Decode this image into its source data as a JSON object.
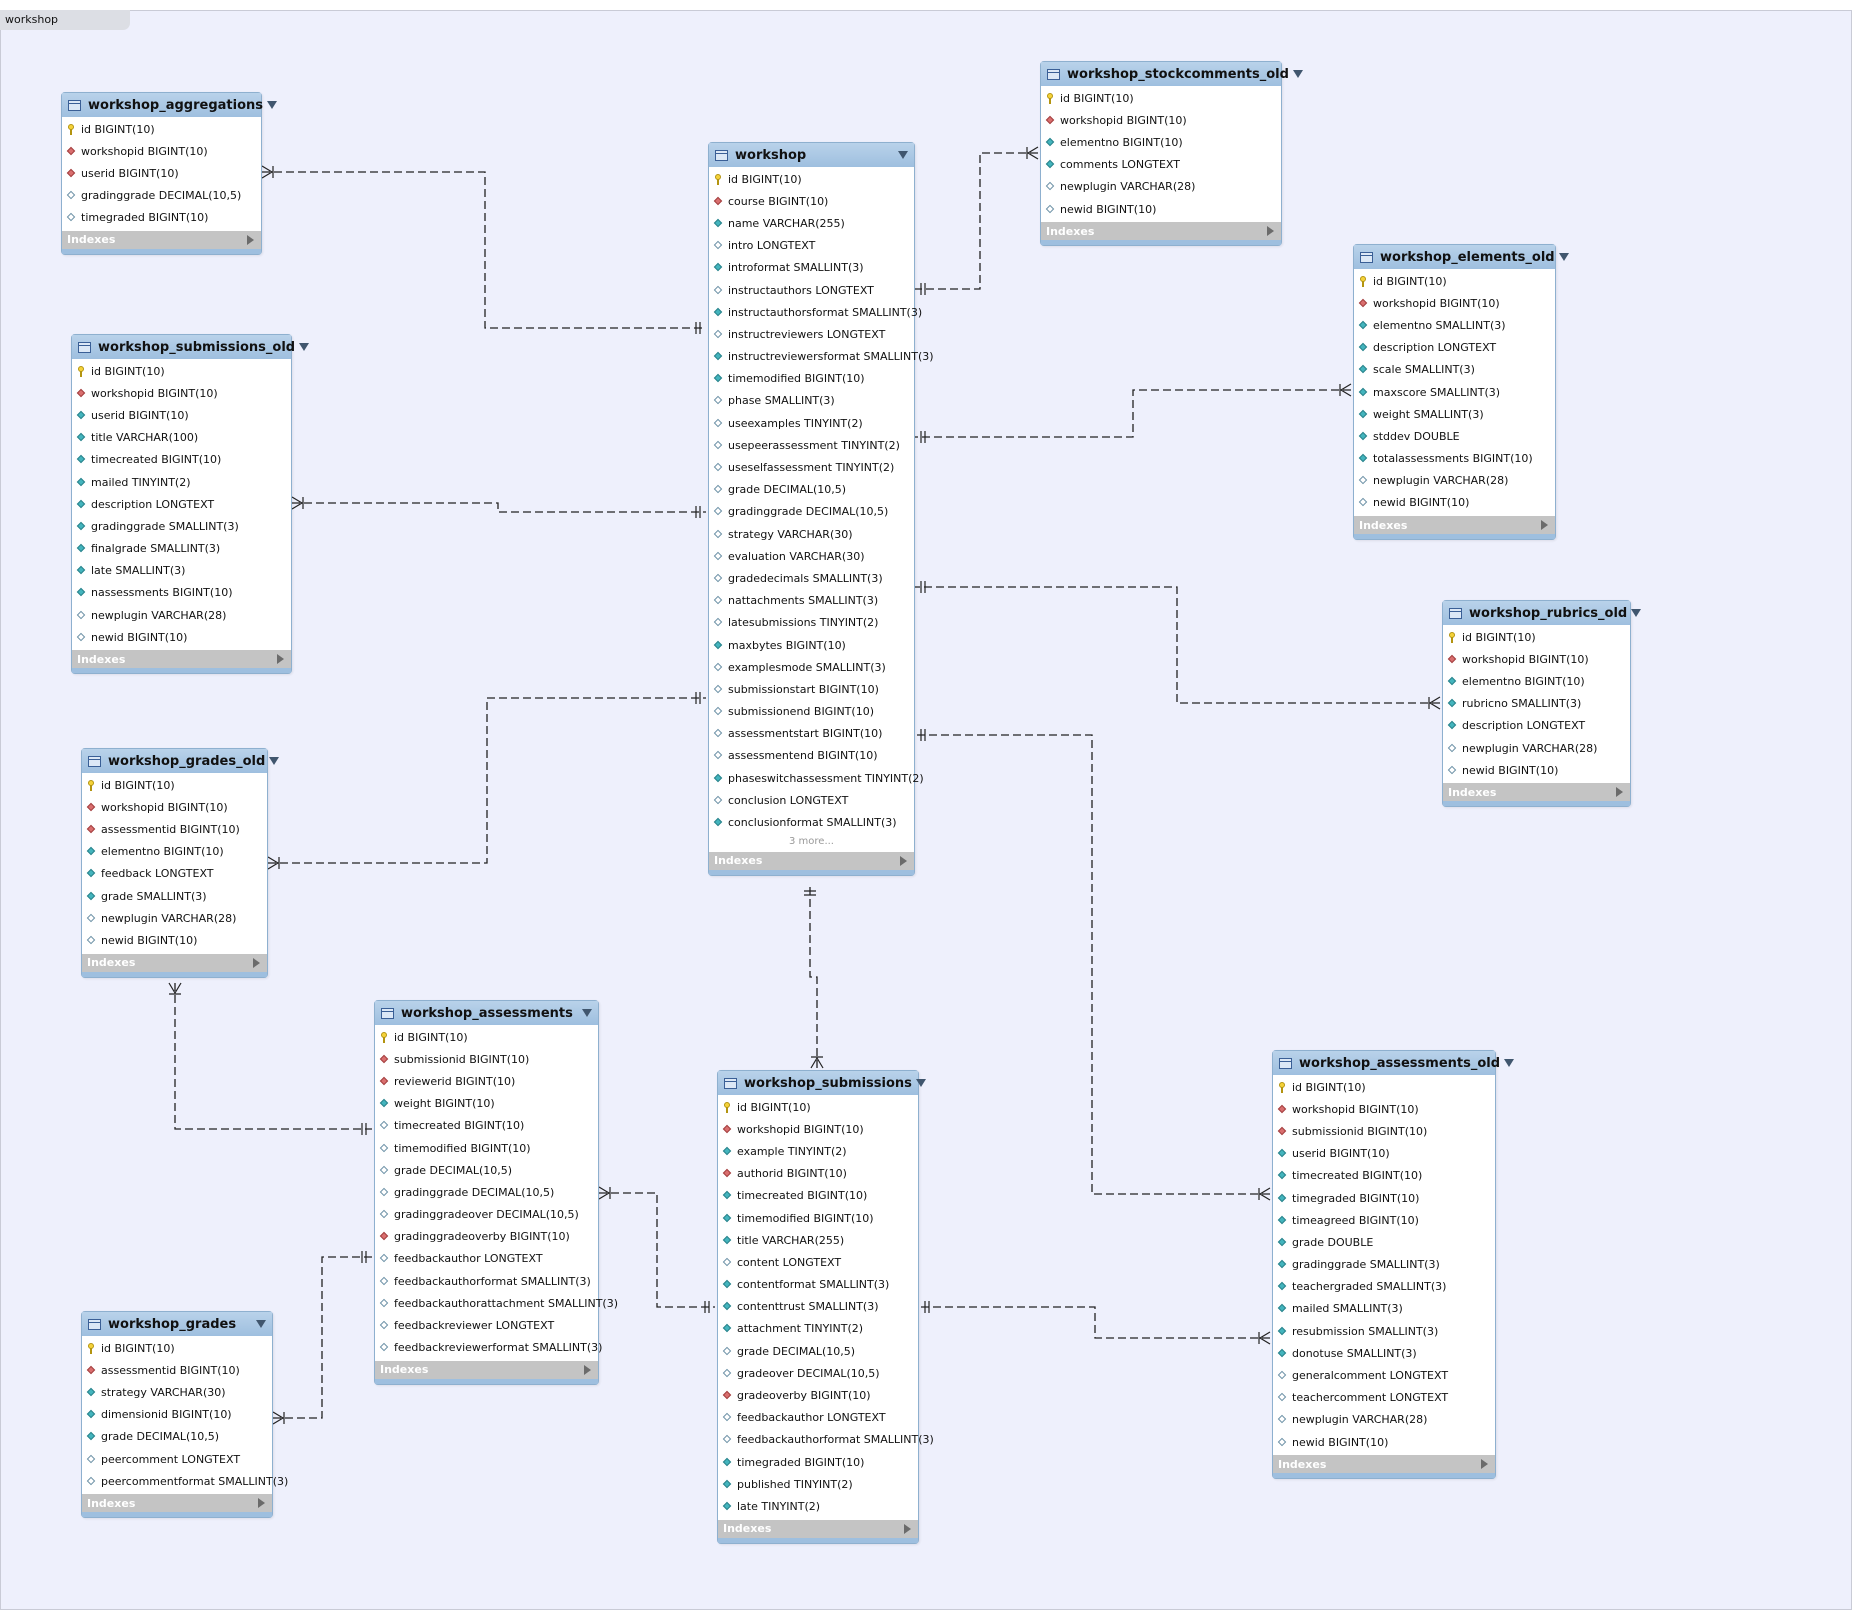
{
  "diagram_tab": "workshop",
  "tables": {
    "workshop": {
      "name": "workshop",
      "more": "3 more...",
      "indexes": "Indexes",
      "columns": [
        {
          "kind": "pk",
          "text": "id BIGINT(10)"
        },
        {
          "kind": "fk",
          "text": "course BIGINT(10)"
        },
        {
          "kind": "nn",
          "text": "name VARCHAR(255)"
        },
        {
          "kind": "nl",
          "text": "intro LONGTEXT"
        },
        {
          "kind": "nn",
          "text": "introformat SMALLINT(3)"
        },
        {
          "kind": "nl",
          "text": "instructauthors LONGTEXT"
        },
        {
          "kind": "nn",
          "text": "instructauthorsformat SMALLINT(3)"
        },
        {
          "kind": "nl",
          "text": "instructreviewers LONGTEXT"
        },
        {
          "kind": "nn",
          "text": "instructreviewersformat SMALLINT(3)"
        },
        {
          "kind": "nn",
          "text": "timemodified BIGINT(10)"
        },
        {
          "kind": "nl",
          "text": "phase SMALLINT(3)"
        },
        {
          "kind": "nl",
          "text": "useexamples TINYINT(2)"
        },
        {
          "kind": "nl",
          "text": "usepeerassessment TINYINT(2)"
        },
        {
          "kind": "nl",
          "text": "useselfassessment TINYINT(2)"
        },
        {
          "kind": "nl",
          "text": "grade DECIMAL(10,5)"
        },
        {
          "kind": "nl",
          "text": "gradinggrade DECIMAL(10,5)"
        },
        {
          "kind": "nl",
          "text": "strategy VARCHAR(30)"
        },
        {
          "kind": "nl",
          "text": "evaluation VARCHAR(30)"
        },
        {
          "kind": "nl",
          "text": "gradedecimals SMALLINT(3)"
        },
        {
          "kind": "nl",
          "text": "nattachments SMALLINT(3)"
        },
        {
          "kind": "nl",
          "text": "latesubmissions TINYINT(2)"
        },
        {
          "kind": "nn",
          "text": "maxbytes BIGINT(10)"
        },
        {
          "kind": "nl",
          "text": "examplesmode SMALLINT(3)"
        },
        {
          "kind": "nl",
          "text": "submissionstart BIGINT(10)"
        },
        {
          "kind": "nl",
          "text": "submissionend BIGINT(10)"
        },
        {
          "kind": "nl",
          "text": "assessmentstart BIGINT(10)"
        },
        {
          "kind": "nl",
          "text": "assessmentend BIGINT(10)"
        },
        {
          "kind": "nn",
          "text": "phaseswitchassessment TINYINT(2)"
        },
        {
          "kind": "nl",
          "text": "conclusion LONGTEXT"
        },
        {
          "kind": "nn",
          "text": "conclusionformat SMALLINT(3)"
        }
      ]
    },
    "workshop_aggregations": {
      "name": "workshop_aggregations",
      "indexes": "Indexes",
      "columns": [
        {
          "kind": "pk",
          "text": "id BIGINT(10)"
        },
        {
          "kind": "fk",
          "text": "workshopid BIGINT(10)"
        },
        {
          "kind": "fk",
          "text": "userid BIGINT(10)"
        },
        {
          "kind": "nl",
          "text": "gradinggrade DECIMAL(10,5)"
        },
        {
          "kind": "nl",
          "text": "timegraded BIGINT(10)"
        }
      ]
    },
    "workshop_stockcomments_old": {
      "name": "workshop_stockcomments_old",
      "indexes": "Indexes",
      "columns": [
        {
          "kind": "pk",
          "text": "id BIGINT(10)"
        },
        {
          "kind": "fk",
          "text": "workshopid BIGINT(10)"
        },
        {
          "kind": "nn",
          "text": "elementno BIGINT(10)"
        },
        {
          "kind": "nn",
          "text": "comments LONGTEXT"
        },
        {
          "kind": "nl",
          "text": "newplugin VARCHAR(28)"
        },
        {
          "kind": "nl",
          "text": "newid BIGINT(10)"
        }
      ]
    },
    "workshop_elements_old": {
      "name": "workshop_elements_old",
      "indexes": "Indexes",
      "columns": [
        {
          "kind": "pk",
          "text": "id BIGINT(10)"
        },
        {
          "kind": "fk",
          "text": "workshopid BIGINT(10)"
        },
        {
          "kind": "nn",
          "text": "elementno SMALLINT(3)"
        },
        {
          "kind": "nn",
          "text": "description LONGTEXT"
        },
        {
          "kind": "nn",
          "text": "scale SMALLINT(3)"
        },
        {
          "kind": "nn",
          "text": "maxscore SMALLINT(3)"
        },
        {
          "kind": "nn",
          "text": "weight SMALLINT(3)"
        },
        {
          "kind": "nn",
          "text": "stddev DOUBLE"
        },
        {
          "kind": "nn",
          "text": "totalassessments BIGINT(10)"
        },
        {
          "kind": "nl",
          "text": "newplugin VARCHAR(28)"
        },
        {
          "kind": "nl",
          "text": "newid BIGINT(10)"
        }
      ]
    },
    "workshop_submissions_old": {
      "name": "workshop_submissions_old",
      "indexes": "Indexes",
      "columns": [
        {
          "kind": "pk",
          "text": "id BIGINT(10)"
        },
        {
          "kind": "fk",
          "text": "workshopid BIGINT(10)"
        },
        {
          "kind": "nn",
          "text": "userid BIGINT(10)"
        },
        {
          "kind": "nn",
          "text": "title VARCHAR(100)"
        },
        {
          "kind": "nn",
          "text": "timecreated BIGINT(10)"
        },
        {
          "kind": "nn",
          "text": "mailed TINYINT(2)"
        },
        {
          "kind": "nn",
          "text": "description LONGTEXT"
        },
        {
          "kind": "nn",
          "text": "gradinggrade SMALLINT(3)"
        },
        {
          "kind": "nn",
          "text": "finalgrade SMALLINT(3)"
        },
        {
          "kind": "nn",
          "text": "late SMALLINT(3)"
        },
        {
          "kind": "nn",
          "text": "nassessments BIGINT(10)"
        },
        {
          "kind": "nl",
          "text": "newplugin VARCHAR(28)"
        },
        {
          "kind": "nl",
          "text": "newid BIGINT(10)"
        }
      ]
    },
    "workshop_rubrics_old": {
      "name": "workshop_rubrics_old",
      "indexes": "Indexes",
      "columns": [
        {
          "kind": "pk",
          "text": "id BIGINT(10)"
        },
        {
          "kind": "fk",
          "text": "workshopid BIGINT(10)"
        },
        {
          "kind": "nn",
          "text": "elementno BIGINT(10)"
        },
        {
          "kind": "nn",
          "text": "rubricno SMALLINT(3)"
        },
        {
          "kind": "nn",
          "text": "description LONGTEXT"
        },
        {
          "kind": "nl",
          "text": "newplugin VARCHAR(28)"
        },
        {
          "kind": "nl",
          "text": "newid BIGINT(10)"
        }
      ]
    },
    "workshop_grades_old": {
      "name": "workshop_grades_old",
      "indexes": "Indexes",
      "columns": [
        {
          "kind": "pk",
          "text": "id BIGINT(10)"
        },
        {
          "kind": "fk",
          "text": "workshopid BIGINT(10)"
        },
        {
          "kind": "fk",
          "text": "assessmentid BIGINT(10)"
        },
        {
          "kind": "nn",
          "text": "elementno BIGINT(10)"
        },
        {
          "kind": "nn",
          "text": "feedback LONGTEXT"
        },
        {
          "kind": "nn",
          "text": "grade SMALLINT(3)"
        },
        {
          "kind": "nl",
          "text": "newplugin VARCHAR(28)"
        },
        {
          "kind": "nl",
          "text": "newid BIGINT(10)"
        }
      ]
    },
    "workshop_assessments": {
      "name": "workshop_assessments",
      "indexes": "Indexes",
      "columns": [
        {
          "kind": "pk",
          "text": "id BIGINT(10)"
        },
        {
          "kind": "fk",
          "text": "submissionid BIGINT(10)"
        },
        {
          "kind": "fk",
          "text": "reviewerid BIGINT(10)"
        },
        {
          "kind": "nn",
          "text": "weight BIGINT(10)"
        },
        {
          "kind": "nl",
          "text": "timecreated BIGINT(10)"
        },
        {
          "kind": "nl",
          "text": "timemodified BIGINT(10)"
        },
        {
          "kind": "nl",
          "text": "grade DECIMAL(10,5)"
        },
        {
          "kind": "nl",
          "text": "gradinggrade DECIMAL(10,5)"
        },
        {
          "kind": "nl",
          "text": "gradinggradeover DECIMAL(10,5)"
        },
        {
          "kind": "fk",
          "text": "gradinggradeoverby BIGINT(10)"
        },
        {
          "kind": "nl",
          "text": "feedbackauthor LONGTEXT"
        },
        {
          "kind": "nl",
          "text": "feedbackauthorformat SMALLINT(3)"
        },
        {
          "kind": "nl",
          "text": "feedbackauthorattachment SMALLINT(3)"
        },
        {
          "kind": "nl",
          "text": "feedbackreviewer LONGTEXT"
        },
        {
          "kind": "nl",
          "text": "feedbackreviewerformat SMALLINT(3)"
        }
      ]
    },
    "workshop_submissions": {
      "name": "workshop_submissions",
      "indexes": "Indexes",
      "columns": [
        {
          "kind": "pk",
          "text": "id BIGINT(10)"
        },
        {
          "kind": "fk",
          "text": "workshopid BIGINT(10)"
        },
        {
          "kind": "nn",
          "text": "example TINYINT(2)"
        },
        {
          "kind": "fk",
          "text": "authorid BIGINT(10)"
        },
        {
          "kind": "nn",
          "text": "timecreated BIGINT(10)"
        },
        {
          "kind": "nn",
          "text": "timemodified BIGINT(10)"
        },
        {
          "kind": "nn",
          "text": "title VARCHAR(255)"
        },
        {
          "kind": "nl",
          "text": "content LONGTEXT"
        },
        {
          "kind": "nn",
          "text": "contentformat SMALLINT(3)"
        },
        {
          "kind": "nn",
          "text": "contenttrust SMALLINT(3)"
        },
        {
          "kind": "nn",
          "text": "attachment TINYINT(2)"
        },
        {
          "kind": "nl",
          "text": "grade DECIMAL(10,5)"
        },
        {
          "kind": "nl",
          "text": "gradeover DECIMAL(10,5)"
        },
        {
          "kind": "fk",
          "text": "gradeoverby BIGINT(10)"
        },
        {
          "kind": "nl",
          "text": "feedbackauthor LONGTEXT"
        },
        {
          "kind": "nl",
          "text": "feedbackauthorformat SMALLINT(3)"
        },
        {
          "kind": "nn",
          "text": "timegraded BIGINT(10)"
        },
        {
          "kind": "nn",
          "text": "published TINYINT(2)"
        },
        {
          "kind": "nn",
          "text": "late TINYINT(2)"
        }
      ]
    },
    "workshop_grades": {
      "name": "workshop_grades",
      "indexes": "Indexes",
      "columns": [
        {
          "kind": "pk",
          "text": "id BIGINT(10)"
        },
        {
          "kind": "fk",
          "text": "assessmentid BIGINT(10)"
        },
        {
          "kind": "nn",
          "text": "strategy VARCHAR(30)"
        },
        {
          "kind": "nn",
          "text": "dimensionid BIGINT(10)"
        },
        {
          "kind": "nn",
          "text": "grade DECIMAL(10,5)"
        },
        {
          "kind": "nl",
          "text": "peercomment LONGTEXT"
        },
        {
          "kind": "nl",
          "text": "peercommentformat SMALLINT(3)"
        }
      ]
    },
    "workshop_assessments_old": {
      "name": "workshop_assessments_old",
      "indexes": "Indexes",
      "columns": [
        {
          "kind": "pk",
          "text": "id BIGINT(10)"
        },
        {
          "kind": "fk",
          "text": "workshopid BIGINT(10)"
        },
        {
          "kind": "fk",
          "text": "submissionid BIGINT(10)"
        },
        {
          "kind": "nn",
          "text": "userid BIGINT(10)"
        },
        {
          "kind": "nn",
          "text": "timecreated BIGINT(10)"
        },
        {
          "kind": "nn",
          "text": "timegraded BIGINT(10)"
        },
        {
          "kind": "nn",
          "text": "timeagreed BIGINT(10)"
        },
        {
          "kind": "nn",
          "text": "grade DOUBLE"
        },
        {
          "kind": "nn",
          "text": "gradinggrade SMALLINT(3)"
        },
        {
          "kind": "nn",
          "text": "teachergraded SMALLINT(3)"
        },
        {
          "kind": "nn",
          "text": "mailed SMALLINT(3)"
        },
        {
          "kind": "nn",
          "text": "resubmission SMALLINT(3)"
        },
        {
          "kind": "nn",
          "text": "donotuse SMALLINT(3)"
        },
        {
          "kind": "nl",
          "text": "generalcomment LONGTEXT"
        },
        {
          "kind": "nl",
          "text": "teachercomment LONGTEXT"
        },
        {
          "kind": "nl",
          "text": "newplugin VARCHAR(28)"
        },
        {
          "kind": "nl",
          "text": "newid BIGINT(10)"
        }
      ]
    }
  },
  "relationships": [
    {
      "name": "rel-aggregations-workshop",
      "from": "workshop_aggregations",
      "to": "workshop",
      "from_end": "many",
      "to_end": "one"
    },
    {
      "name": "rel-stockcomments-workshop",
      "from": "workshop_stockcomments_old",
      "to": "workshop",
      "from_end": "many",
      "to_end": "one"
    },
    {
      "name": "rel-elements-workshop",
      "from": "workshop_elements_old",
      "to": "workshop",
      "from_end": "many",
      "to_end": "one"
    },
    {
      "name": "rel-submissionsold-workshop",
      "from": "workshop_submissions_old",
      "to": "workshop",
      "from_end": "many",
      "to_end": "one"
    },
    {
      "name": "rel-rubrics-workshop",
      "from": "workshop_rubrics_old",
      "to": "workshop",
      "from_end": "many",
      "to_end": "one"
    },
    {
      "name": "rel-gradesold-workshop",
      "from": "workshop_grades_old",
      "to": "workshop",
      "from_end": "many",
      "to_end": "one"
    },
    {
      "name": "rel-assessmentsold-workshop",
      "from": "workshop_assessments_old",
      "to": "workshop",
      "from_end": "many",
      "to_end": "one"
    },
    {
      "name": "rel-submissions-workshop",
      "from": "workshop_submissions",
      "to": "workshop",
      "from_end": "many",
      "to_end": "one"
    },
    {
      "name": "rel-gradesold-assessments",
      "from": "workshop_grades_old",
      "to": "workshop_assessments",
      "from_end": "many",
      "to_end": "one"
    },
    {
      "name": "rel-assessments-submissions",
      "from": "workshop_assessments",
      "to": "workshop_submissions",
      "from_end": "many",
      "to_end": "one"
    },
    {
      "name": "rel-grades-assessments",
      "from": "workshop_grades",
      "to": "workshop_assessments",
      "from_end": "many",
      "to_end": "one"
    },
    {
      "name": "rel-assessmentsold-submissions",
      "from": "workshop_assessments_old",
      "to": "workshop_submissions",
      "from_end": "many",
      "to_end": "one"
    }
  ]
}
